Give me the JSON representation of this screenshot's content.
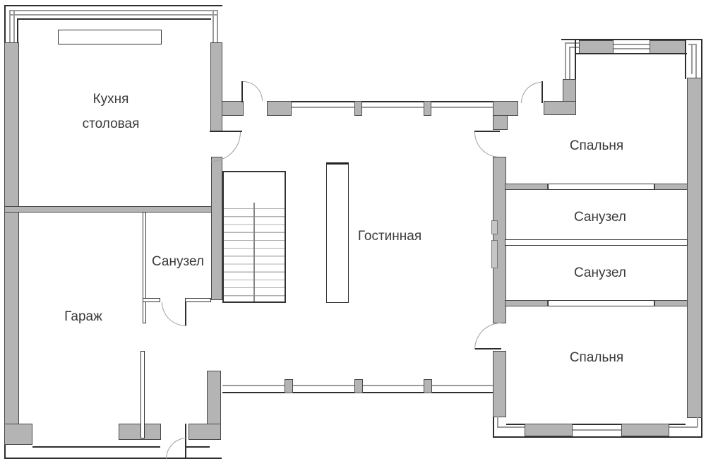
{
  "rooms": {
    "kitchen": {
      "label_line1": "Кухня",
      "label_line2": "столовая"
    },
    "garage": {
      "label": "Гараж"
    },
    "garage_bathroom": {
      "label": "Санузел"
    },
    "living_room": {
      "label": "Гостинная"
    },
    "bedroom_top": {
      "label": "Спальня"
    },
    "bathroom_1": {
      "label": "Санузел"
    },
    "bathroom_2": {
      "label": "Санузел"
    },
    "bedroom_bottom": {
      "label": "Спальня"
    }
  },
  "colors": {
    "background": "#ffffff",
    "wall_fill": "#b4b4b4",
    "wall_outline": "#4a4a4a",
    "outer_line": "#2e2e2e",
    "window_line": "#9a9a9a",
    "door_arc": "#a0a0a0",
    "text": "#3a3a3a"
  }
}
